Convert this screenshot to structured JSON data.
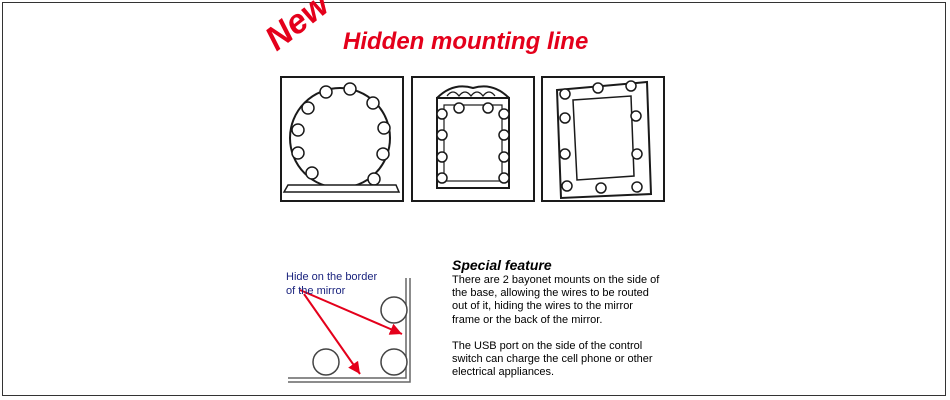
{
  "header": {
    "badge": "New",
    "title": "Hidden mounting line"
  },
  "callout": {
    "line1": "Hide on the border",
    "line2": "of the mirror"
  },
  "feature": {
    "title": "Special feature",
    "paragraph1": "There are 2 bayonet mounts on the side of the base, allowing the wires to be routed out of it, hiding the wires to the mirror frame or the back of the mirror.",
    "paragraph2": "The USB port on the side of the control switch can charge the cell phone or other electrical appliances."
  },
  "colors": {
    "accent": "#e4001b",
    "callout_text": "#1a237e",
    "outline": "#1a1a1a"
  }
}
